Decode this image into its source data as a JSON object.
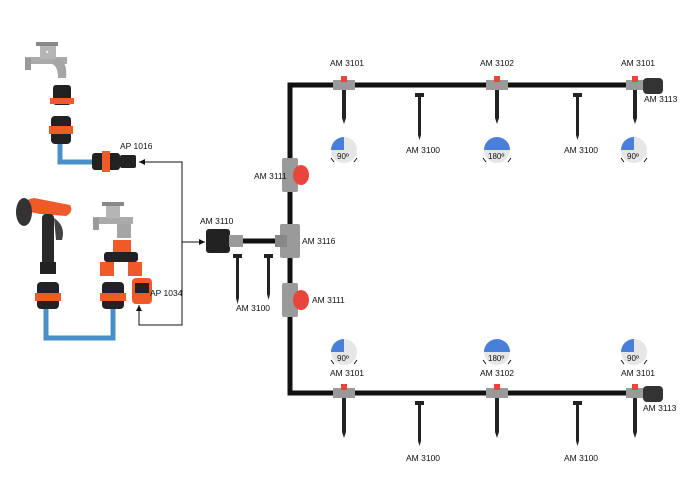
{
  "labels": {
    "ap1016": "AP 1016",
    "ap1034": "AP 1034",
    "am3110": "AM 3110",
    "am3116": "AM 3116",
    "am3111_top": "AM 3111",
    "am3111_bottom": "AM 3111",
    "am3100_center": "AM 3100",
    "top_am3101_left": "AM 3101",
    "top_am3102": "AM 3102",
    "top_am3101_right": "AM 3101",
    "top_am3113": "AM 3113",
    "top_am3100_left": "AM 3100",
    "top_am3100_right": "AM 3100",
    "bot_am3101_left": "AM 3101",
    "bot_am3102": "AM 3102",
    "bot_am3101_right": "AM 3101",
    "bot_am3113": "AM 3113",
    "bot_am3100_left": "AM 3100",
    "bot_am3100_right": "AM 3100"
  },
  "spray_patterns": {
    "top_left": "90º",
    "top_middle": "180º",
    "top_right": "90º",
    "bottom_left": "90º",
    "bottom_middle": "180º",
    "bottom_right": "90º"
  },
  "colors": {
    "tube": "#111111",
    "hose": "#4a90c8",
    "fitting": "#f05a28",
    "connector_gray": "#9a9a9a",
    "red_cap": "#e8453c",
    "spray_fill": "#4a7fd9",
    "spray_bg": "#e6e6e6"
  }
}
